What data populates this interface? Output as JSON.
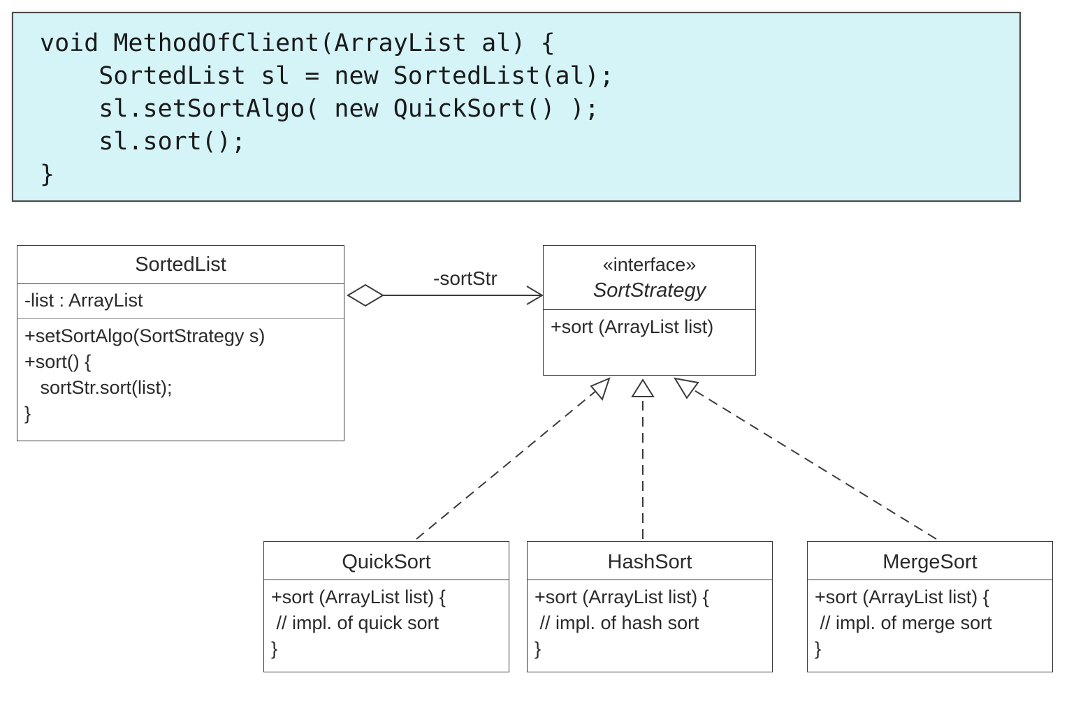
{
  "code": {
    "lines": [
      "void MethodOfClient(ArrayList al) {",
      "    SortedList sl = new SortedList(al);",
      "    sl.setSortAlgo( new QuickSort() );",
      "    sl.sort();",
      "}"
    ]
  },
  "diagram": {
    "sorted_list": {
      "title": "SortedList",
      "attribute": "-list : ArrayList",
      "methods": [
        "+setSortAlgo(SortStrategy s)",
        "+sort() {",
        "   sortStr.sort(list);",
        "}"
      ]
    },
    "association_label": "-sortStr",
    "sort_strategy": {
      "stereotype": "«interface»",
      "title": "SortStrategy",
      "method": "+sort (ArrayList list)"
    },
    "quick_sort": {
      "title": "QuickSort",
      "lines": [
        "+sort (ArrayList list) {",
        " // impl. of quick sort",
        "}"
      ]
    },
    "hash_sort": {
      "title": "HashSort",
      "lines": [
        "+sort (ArrayList list) {",
        " // impl. of hash sort",
        "}"
      ]
    },
    "merge_sort": {
      "title": "MergeSort",
      "lines": [
        "+sort (ArrayList list) {",
        " // impl. of merge sort",
        "}"
      ]
    }
  },
  "colors": {
    "code_background": "#d4f4f7",
    "border": "#3a3a3a",
    "text": "#2a2a2a"
  }
}
